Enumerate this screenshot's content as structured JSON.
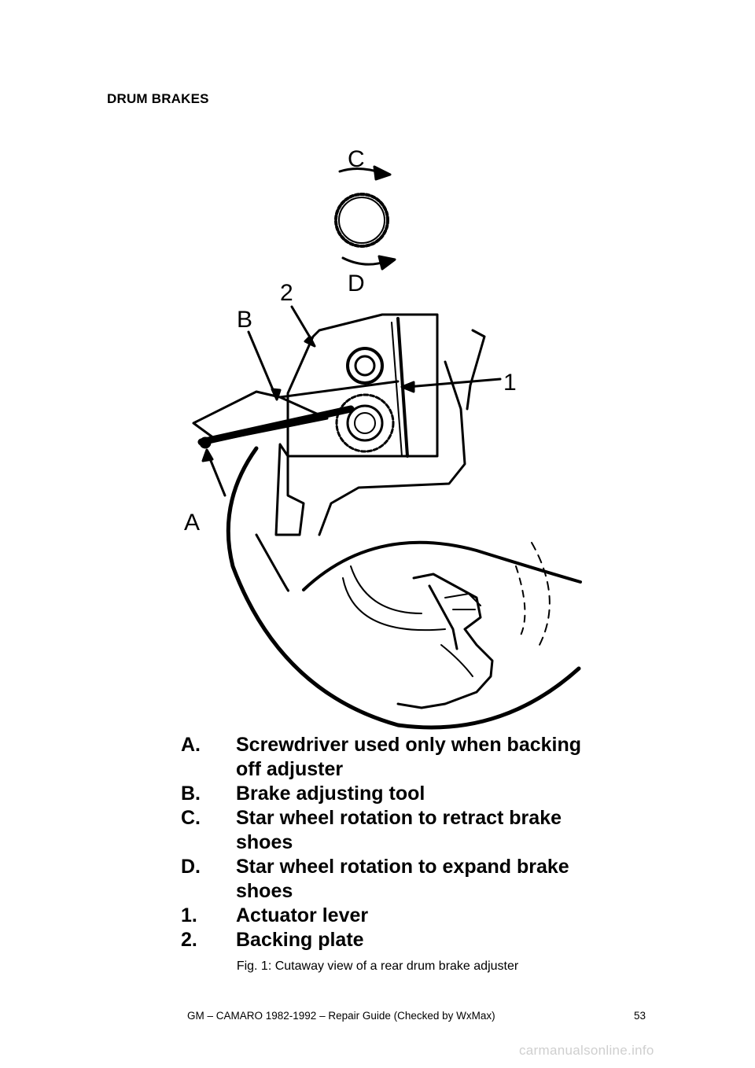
{
  "page": {
    "section_title": "DRUM BRAKES",
    "figure_caption": "Fig. 1: Cutaway view of a rear drum brake adjuster",
    "footer_text": "GM – CAMARO 1982-1992 – Repair Guide (Checked by WxMax)",
    "page_number": "53",
    "watermark": "carmanualsonline.info"
  },
  "figure": {
    "callouts": {
      "c": "C",
      "d": "D",
      "two": "2",
      "b": "B",
      "one": "1",
      "a": "A"
    },
    "legend": [
      {
        "key": "A.",
        "text": "Screwdriver used only when backing off adjuster"
      },
      {
        "key": "B.",
        "text": "Brake adjusting tool"
      },
      {
        "key": "C.",
        "text": "Star wheel rotation to retract brake shoes"
      },
      {
        "key": "D.",
        "text": "Star wheel rotation to expand brake shoes"
      },
      {
        "key": "1.",
        "text": "Actuator lever"
      },
      {
        "key": "2.",
        "text": "Backing plate"
      }
    ]
  }
}
